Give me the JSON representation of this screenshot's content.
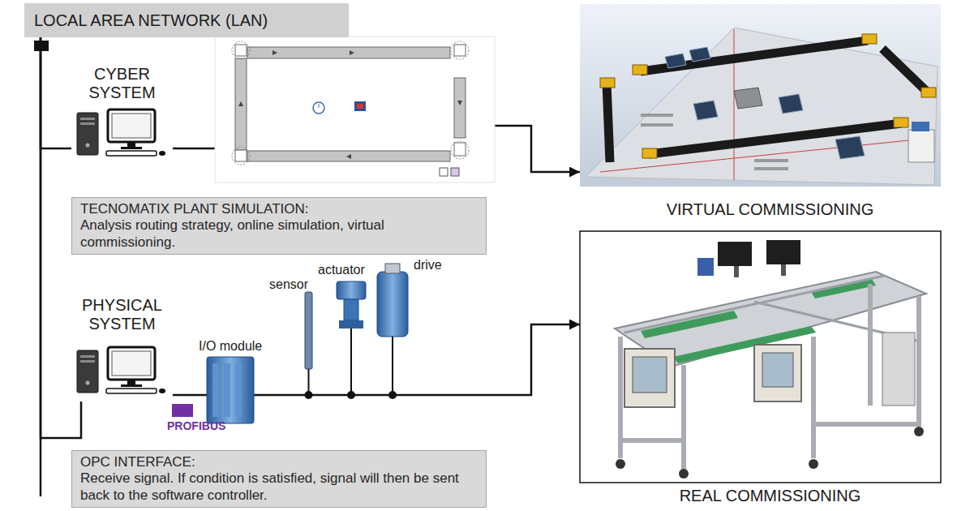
{
  "diagram": {
    "nodes": [
      {
        "text": [
          "LOCAL AREA NETWORK (LAN)"
        ]
      },
      {
        "text": [
          "CYBER SYSTEM"
        ]
      },
      {
        "text": [
          "TECNOMATIX PLANT SIMULATION:",
          "Analysis routing strategy, online simulation, virtual commissioning."
        ]
      },
      {
        "text": [
          "VIRTUAL COMMISSIONING"
        ]
      },
      {
        "text": [
          "PHYSICAL SYSTEM"
        ]
      },
      {
        "text": [
          "OPC INTERFACE:",
          "Receive signal. If condition is satisfied, signal will then be sent back to the software controller."
        ]
      },
      {
        "text": [
          "REAL COMMISSIONING"
        ]
      }
    ],
    "edges": [
      {
        "from": 0,
        "to": 1,
        "arrow": "none"
      },
      {
        "from": 0,
        "to": 4,
        "arrow": "none"
      },
      {
        "from": 1,
        "to": 3,
        "arrow": "to"
      },
      {
        "from": 4,
        "to": 6,
        "arrow": "to"
      }
    ],
    "labels": [
      "sensor",
      "actuator",
      "drive",
      "I/O module",
      "PROFIBUS"
    ]
  }
}
